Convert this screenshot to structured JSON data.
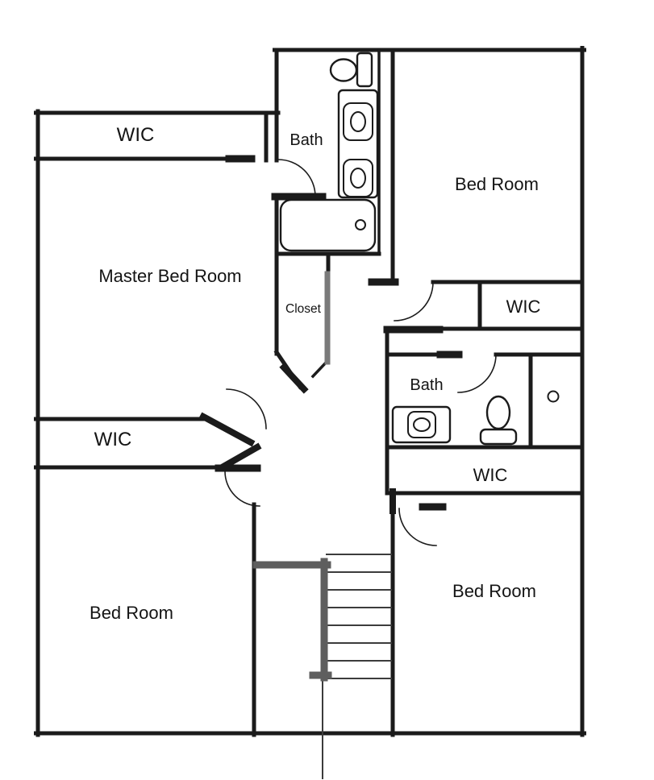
{
  "theme": {
    "bg": "#ffffff",
    "wall": "#1b1b1b",
    "rail": "#5e5e5e",
    "tread": "#3c3c3c",
    "closet-door": "#7a7a7a"
  },
  "rooms": {
    "wic_top_left": {
      "label": "WIC"
    },
    "bath_top": {
      "label": "Bath"
    },
    "bedroom_top_right": {
      "label": "Bed Room"
    },
    "master_bedroom": {
      "label": "Master Bed Room"
    },
    "closet": {
      "label": "Closet"
    },
    "wic_mid_right": {
      "label": "WIC"
    },
    "bath_mid_right": {
      "label": "Bath"
    },
    "wic_mid_left": {
      "label": "WIC"
    },
    "wic_lower_right": {
      "label": "WIC"
    },
    "bedroom_bottom_left": {
      "label": "Bed Room"
    },
    "bedroom_bottom_right": {
      "label": "Bed Room"
    }
  },
  "fixtures": {
    "top_bath": [
      "toilet",
      "double-sink-vanity",
      "bathtub"
    ],
    "right_bath": [
      "sink-vanity",
      "toilet",
      "shower"
    ],
    "stairs": {
      "tread_count": 8
    }
  }
}
